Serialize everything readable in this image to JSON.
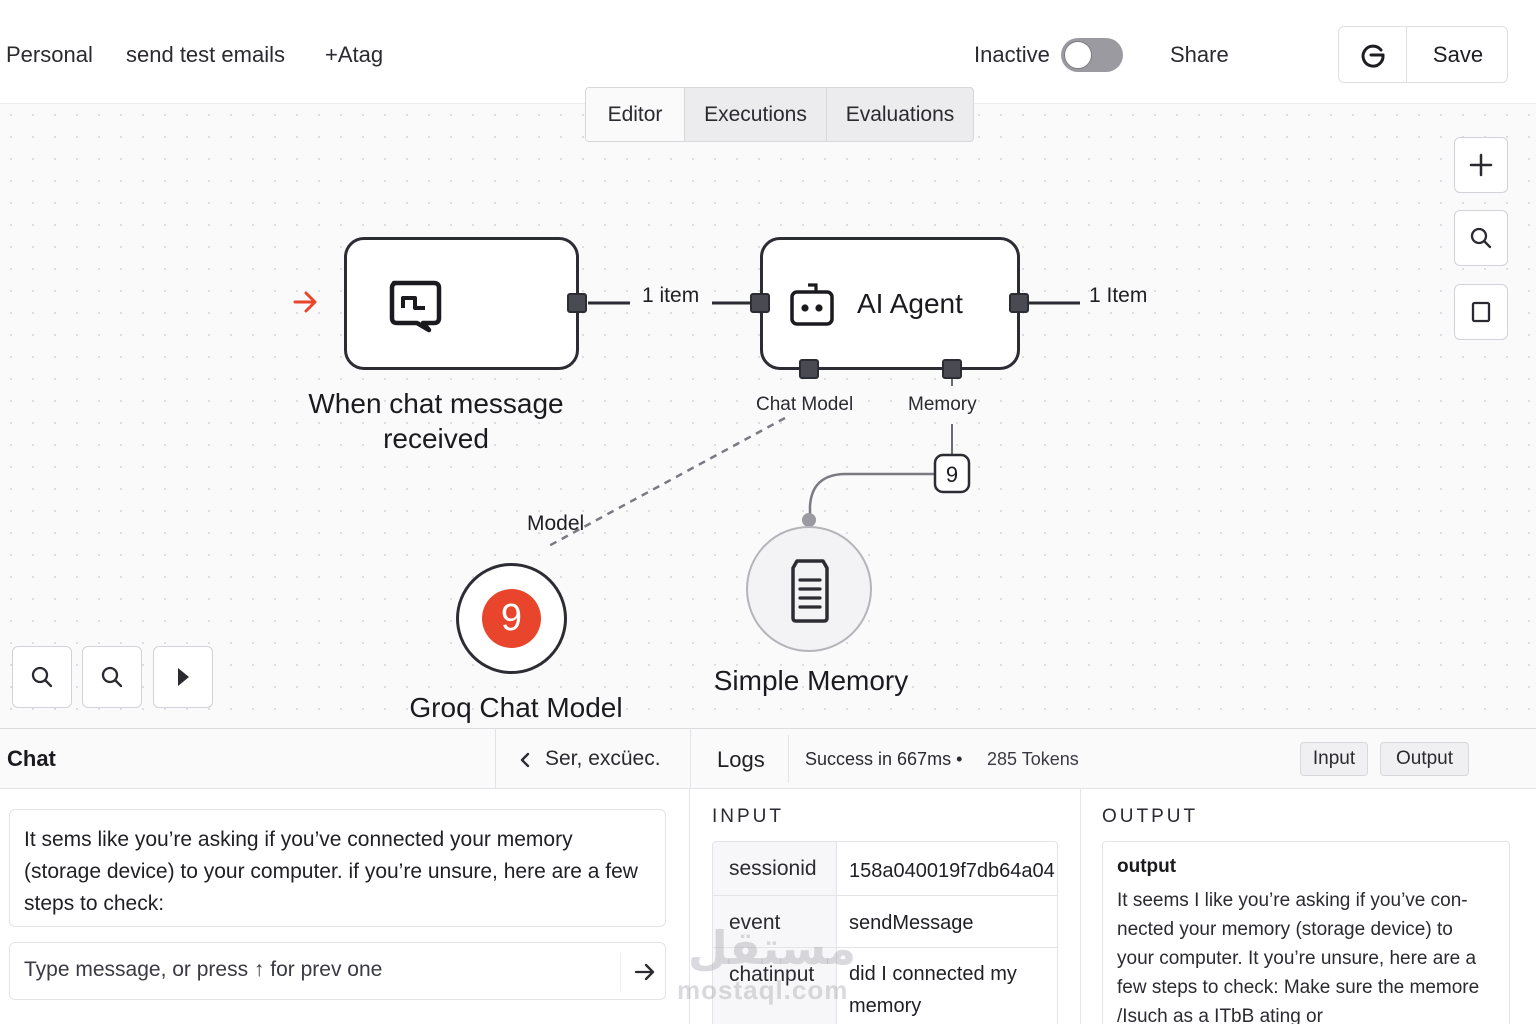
{
  "header": {
    "breadcrumb_project": "Personal",
    "workflow_name": "send test emails",
    "add_tag": "+Atag",
    "status": "Inactive",
    "share": "Share",
    "save": "Save"
  },
  "tabs": [
    {
      "label": "Editor",
      "active": true
    },
    {
      "label": "Executions",
      "active": false
    },
    {
      "label": "Evaluations",
      "active": false
    }
  ],
  "canvas": {
    "trigger_node": {
      "title_line1": "When chat message",
      "title_line2": "received",
      "icon": "chat-bubble-icon",
      "output_label": "1 item"
    },
    "agent_node": {
      "title": "AI Agent",
      "icon": "robot-icon",
      "output_label": "1 Item",
      "sub_ports": [
        "Chat Model",
        "Memory"
      ]
    },
    "model_node": {
      "title": "Groq Chat Model",
      "badge": "9",
      "connection_label": "Model"
    },
    "memory_node": {
      "title": "Simple Memory",
      "icon": "memory-file-icon",
      "badge": "9"
    },
    "side_controls": [
      "plus-icon",
      "zoom-icon",
      "square-icon"
    ],
    "bottom_controls": [
      "zoom-in-icon",
      "zoom-out-icon",
      "play-icon"
    ]
  },
  "bottom_panel": {
    "chat_title": "Chat",
    "session_label": "Ser, excüec.",
    "logs_title": "Logs",
    "success": "Success in 667ms",
    "tokens": "285 Tokens",
    "toggle_input": "Input",
    "toggle_output": "Output",
    "chat_message": "It sems like you’re asking if you’ve connected your memory (storage device) to your computer. if you’re unsure, here are a few steps to check:",
    "chat_placeholder": "Type message, or press ↑ for prev one",
    "input_heading": "INPUT",
    "input_rows": [
      {
        "key": "sessionid",
        "value": "158a040019f7db64a04,"
      },
      {
        "key": "event",
        "value": "sendMessage"
      },
      {
        "key": "chatinput",
        "value": "did I connected my memory"
      }
    ],
    "output_heading": "OUTPUT",
    "output_key": "output",
    "output_text": "It seems I like you’re asking if you’ve con-nected your memory (storage device) to your computer. It you’re unsure, here are a few steps to check: Make sure the memore /Isuch as a ITbB ating or"
  },
  "watermark": {
    "arabic": "مستقل",
    "latin": "mostaql.com"
  },
  "colors": {
    "accent": "#e8452c",
    "node_border": "#2c2c33",
    "toggle_off": "#9a9aa0"
  }
}
